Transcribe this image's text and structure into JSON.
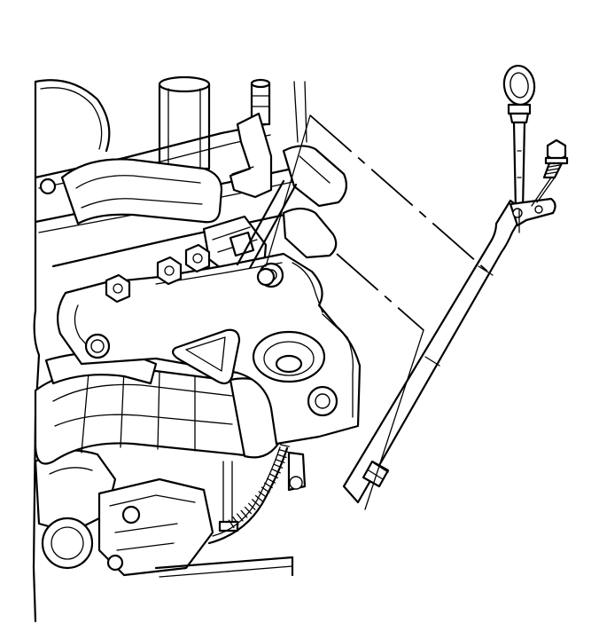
{
  "diagram": {
    "style": "black line-art exploded view on white background",
    "colors": {
      "background": "#ffffff",
      "line": "#000000"
    },
    "components": [
      "engine-assembly",
      "exhaust-manifold",
      "heat-shield",
      "flywheel",
      "oil-level-indicator",
      "dipstick-tube",
      "tube-bracket",
      "bolt"
    ]
  }
}
